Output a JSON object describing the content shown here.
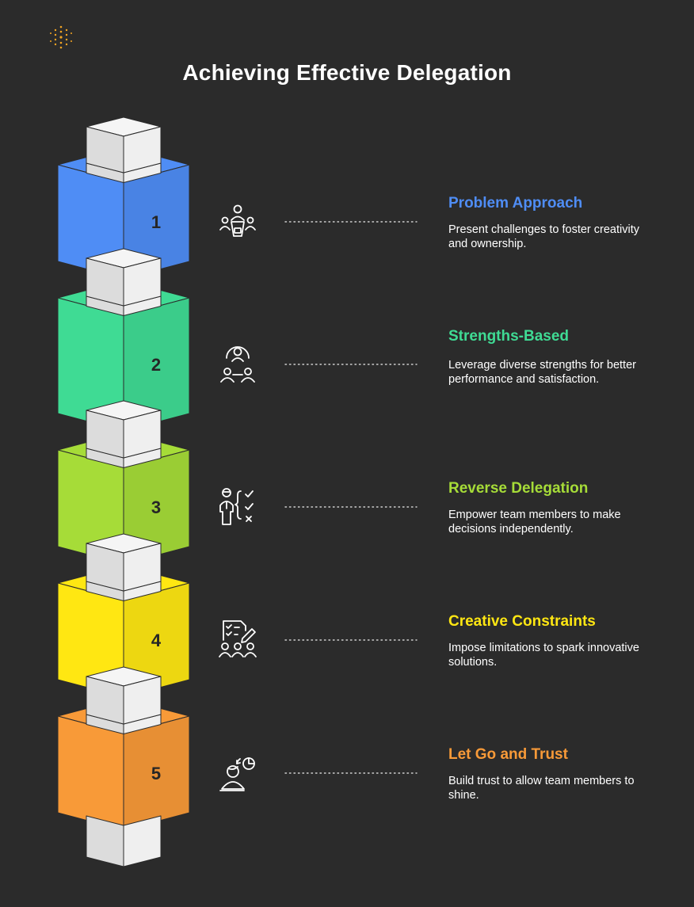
{
  "title": "Achieving Effective Delegation",
  "logo_icon": "dotted-hexagon-logo-icon",
  "steps": [
    {
      "number": "1",
      "title": "Problem Approach",
      "description": "Present challenges to foster creativity and ownership.",
      "color": "#4f8df5",
      "icon": "team-meeting-icon"
    },
    {
      "number": "2",
      "title": "Strengths-Based",
      "description": "Leverage diverse strengths for better performance and satisfaction.",
      "color": "#3fdb94",
      "icon": "team-network-icon"
    },
    {
      "number": "3",
      "title": "Reverse Delegation",
      "description": "Empower team members to make decisions independently.",
      "color": "#a6dc38",
      "icon": "person-checklist-icon"
    },
    {
      "number": "4",
      "title": "Creative Constraints",
      "description": "Impose limitations to spark innovative solutions.",
      "color": "#ffe712",
      "icon": "group-planning-icon"
    },
    {
      "number": "5",
      "title": "Let Go and Trust",
      "description": "Build trust to allow team members to shine.",
      "color": "#f89a38",
      "icon": "person-trust-icon"
    }
  ]
}
